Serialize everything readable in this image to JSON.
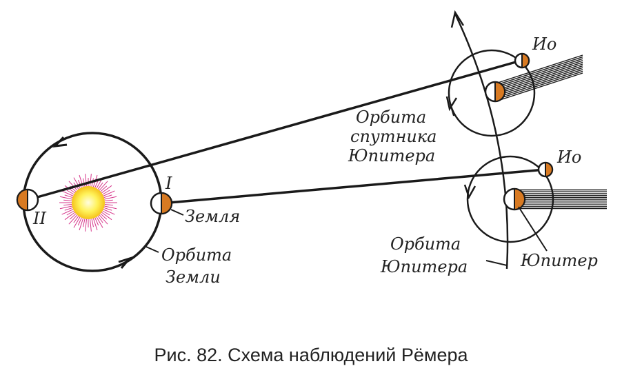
{
  "labels": {
    "io_top": "Ио",
    "io_bottom": "Ио",
    "sat_orbit_line1": "Орбита",
    "sat_orbit_line2": "спутника",
    "sat_orbit_line3": "Юпитера",
    "roman_one": "I",
    "roman_two": "II",
    "earth": "Земля",
    "earth_orbit_line1": "Орбита",
    "earth_orbit_line2": "Земли",
    "jupiter_orbit_line1": "Орбита",
    "jupiter_orbit_line2": "Юпитера",
    "jupiter": "Юпитер"
  },
  "caption": "Рис. 82. Схема наблюдений Рёмера",
  "colors": {
    "line": "#1a1a1a",
    "planet_fill": "#d87a22",
    "sun_core": "#fff26a",
    "sun_rays": "#d6348a"
  }
}
